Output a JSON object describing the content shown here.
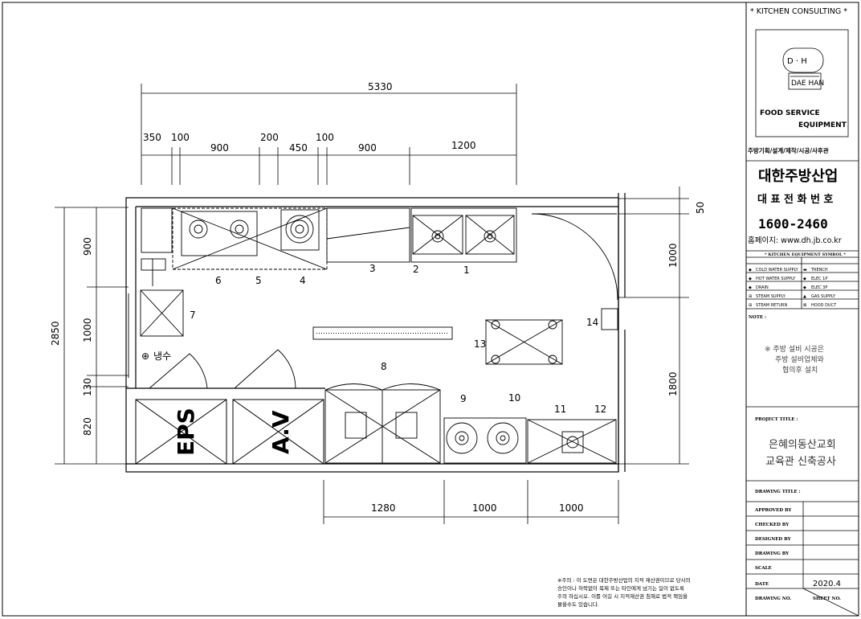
{
  "title_block": {
    "header": "* KITCHEN CONSULTING *",
    "logo_text": "D · H",
    "logo_subtext": "DAE HAN",
    "equipment_line1": "FOOD SERVICE",
    "equipment_line2": "EQUIPMENT",
    "services": "주방기획/설계/제작/시공/사후관",
    "company": "대한주방산업",
    "phone_label": "대 표 전 화 번 호",
    "phone": "1600-2460",
    "homepage": "홈페이지: www.dh.jb.co.kr"
  },
  "symbols": {
    "header": "* KITCHEN EQUIPMENT SYMBOL *",
    "items": [
      {
        "left": "COLD WATER SUPPLY",
        "right": "TRENCH"
      },
      {
        "left": "HOT WATER SUPPLY",
        "right": "ELEC 1P"
      },
      {
        "left": "DRAIN",
        "right": "ELEC 3P"
      },
      {
        "left": "STEAM SUPPLY",
        "right": "GAS SUPPLY"
      },
      {
        "left": "STEAM RETURN",
        "right": "HOOD DUCT"
      }
    ]
  },
  "note": {
    "label": "NOTE :",
    "line1": "※ 주방 설비 시공은",
    "line2": "주방 설비업체와",
    "line3": "협의후 설치"
  },
  "project": {
    "label": "PROJECT TITLE :",
    "line1": "은혜의동산교회",
    "line2": "교육관 신축공사"
  },
  "drawing_title_label": "DRAWING TITLE :",
  "approvals": {
    "approved": "APPROVED BY",
    "checked": "CHECKED BY",
    "designed": "DESIGNED BY",
    "drawing": "DRAWING BY",
    "scale": "SCALE",
    "date": "DATE",
    "date_value": "2020.4",
    "drawing_no": "DRAWING NO.",
    "sheet_no": "SHEET NO."
  },
  "plan": {
    "dim_total": "5330",
    "dims_top": [
      "350",
      "100",
      "900",
      "200",
      "450",
      "100",
      "900",
      "1200"
    ],
    "dim_left_total": "2850",
    "dims_left": [
      "900",
      "1000",
      "130",
      "820"
    ],
    "dims_right": [
      "50",
      "1000",
      "1800"
    ],
    "dims_bottom": [
      "1280",
      "1000",
      "1000"
    ],
    "item_numbers": [
      "1",
      "2",
      "3",
      "4",
      "5",
      "6",
      "7",
      "8",
      "9",
      "10",
      "11",
      "12",
      "13",
      "14"
    ],
    "room_eps": "EPS",
    "room_av": "A.V",
    "cold_water": "냉수",
    "disclaimer_line1": "※주의 : 이 도면은 대한주방산업의 지적 재산권이므로 당사의",
    "disclaimer_line2": "승인이나 허락없이 복제 또는 타인에게 넘기는 일이 없도록",
    "disclaimer_line3": "주의 하십시오. 이를 어길 시 지적재산권 침해로 법적 책임을",
    "disclaimer_line4": "물을수도 있습니다."
  }
}
